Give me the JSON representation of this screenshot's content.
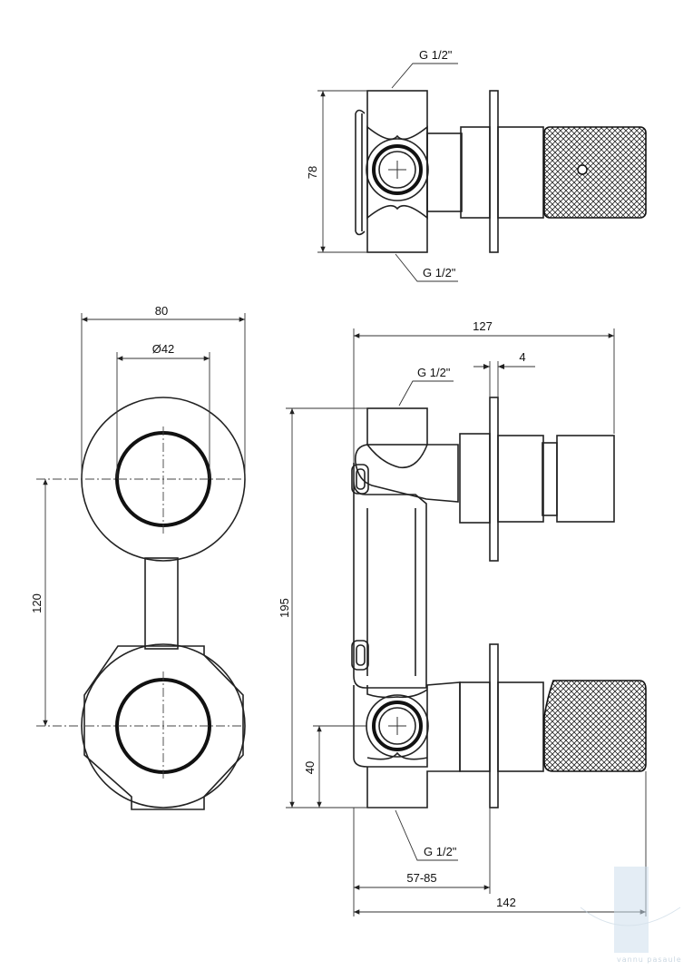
{
  "drawing": {
    "title": "Concealed thermostatic mixer technical drawing",
    "units": "mm"
  },
  "top_view": {
    "dim_height": "78",
    "thread_top": "G 1/2\"",
    "thread_bottom": "G 1/2\""
  },
  "front_view": {
    "dim_width": "80",
    "dim_diameter": "Ø42",
    "dim_spacing": "120"
  },
  "side_view": {
    "dim_total_depth": "127",
    "dim_plate": "4",
    "dim_height": "195",
    "dim_bottom": "40",
    "dim_install_range": "57-85",
    "dim_max_depth": "142",
    "thread_top": "G 1/2\"",
    "thread_bottom": "G 1/2\""
  },
  "watermark": {
    "text": "vannu pasaule"
  }
}
